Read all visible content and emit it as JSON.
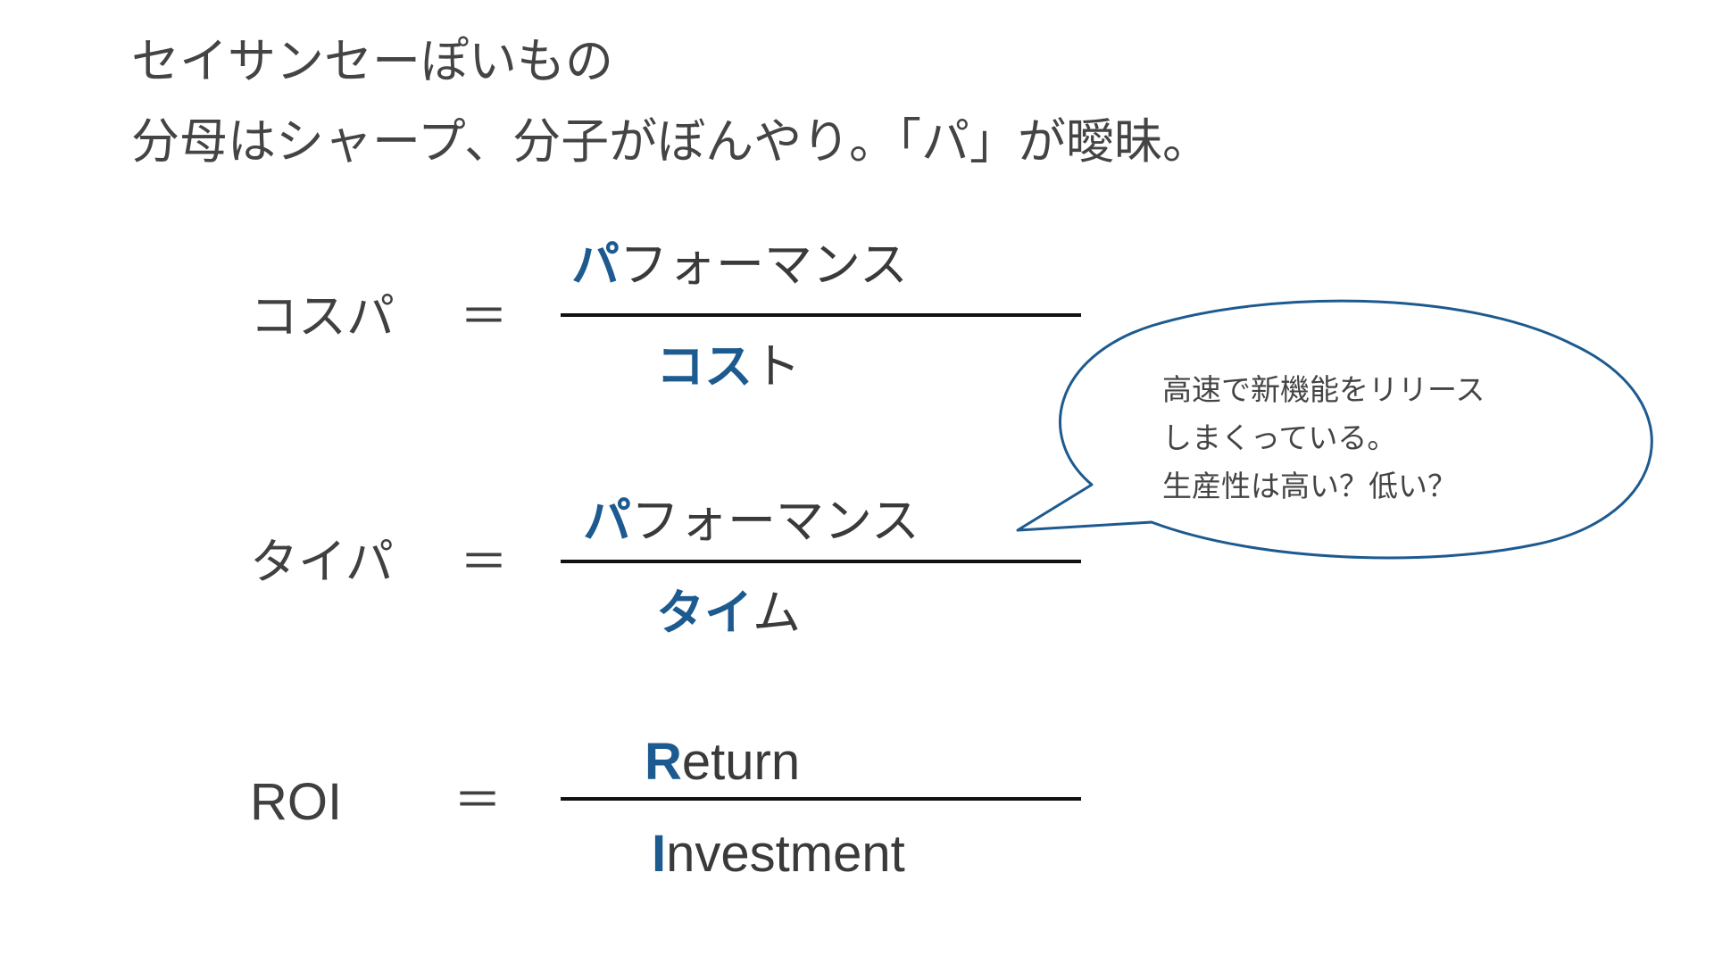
{
  "header": {
    "line1": "セイサンセーぽいもの",
    "line2": "分母はシャープ、分子がぼんやり。「パ」が曖昧。"
  },
  "formulas": [
    {
      "lhs": "コスパ",
      "equals": "＝",
      "numerator": {
        "highlight": "パ",
        "rest": "フォーマンス"
      },
      "denominator": {
        "highlight": "コス",
        "rest": "ト"
      }
    },
    {
      "lhs": "タイパ",
      "equals": "＝",
      "numerator": {
        "highlight": "パ",
        "rest": "フォーマンス"
      },
      "denominator": {
        "highlight": "タイ",
        "rest": "ム"
      }
    },
    {
      "lhs": "ROI",
      "equals": "＝",
      "numerator": {
        "highlight": "R",
        "rest": "eturn"
      },
      "denominator": {
        "highlight": "I",
        "rest": "nvestment"
      }
    }
  ],
  "callout": {
    "lines": [
      "高速で新機能をリリース",
      "しまくっている。",
      "生産性は高い？低い？"
    ]
  },
  "colors": {
    "highlight": "#1d5a8f",
    "callout_border": "#1d5a8f",
    "text": "#404040"
  }
}
